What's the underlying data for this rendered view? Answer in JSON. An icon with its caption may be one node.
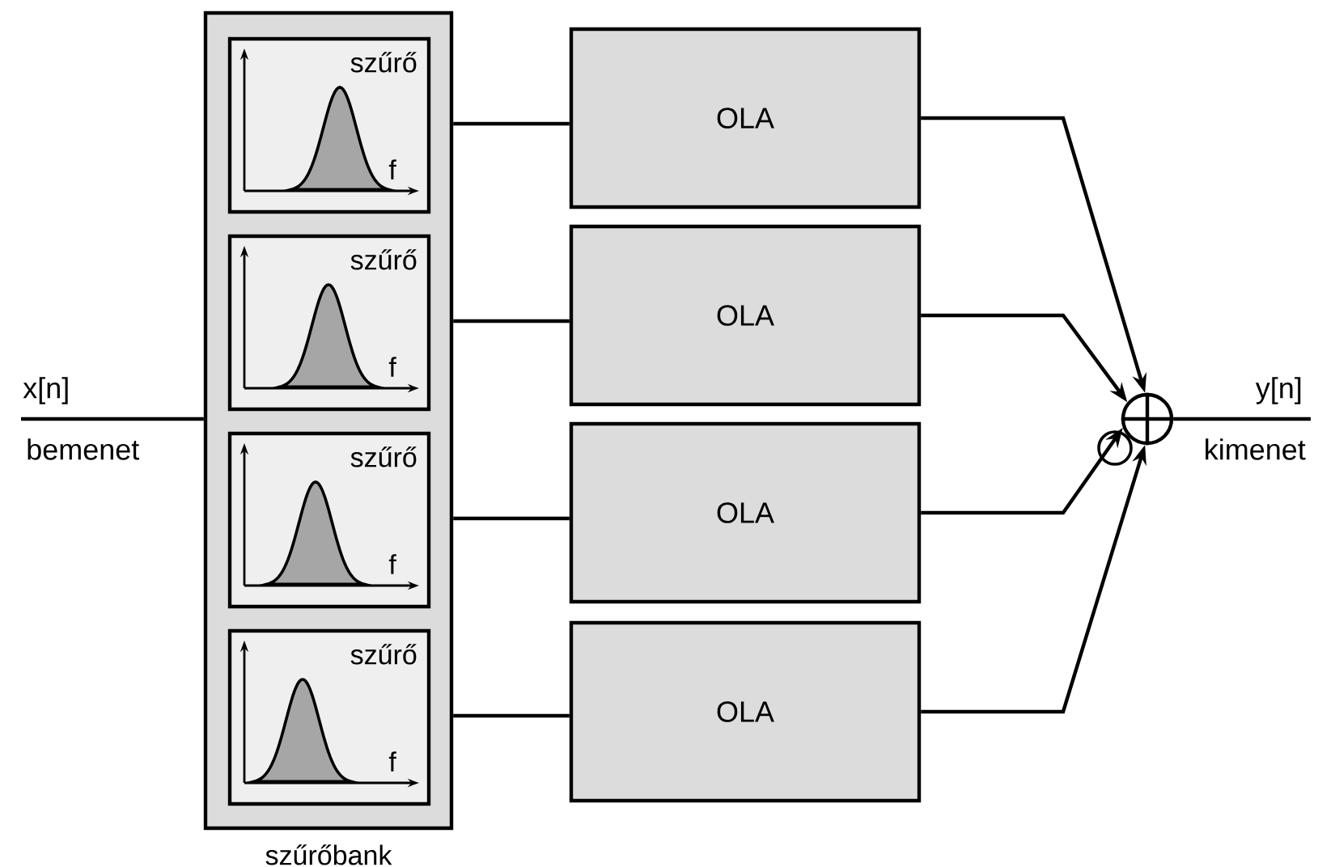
{
  "diagram": {
    "nodes": [
      {
        "text": [
          "szűrőbank"
        ]
      },
      {
        "text": [
          "szűrő",
          "f"
        ],
        "in": 0
      },
      {
        "text": [
          "szűrő",
          "f"
        ],
        "in": 0
      },
      {
        "text": [
          "szűrő",
          "f"
        ],
        "in": 0
      },
      {
        "text": [
          "szűrő",
          "f"
        ],
        "in": 0
      },
      {
        "text": [
          "OLA"
        ]
      },
      {
        "text": [
          "OLA"
        ]
      },
      {
        "text": [
          "OLA"
        ]
      },
      {
        "text": [
          "OLA"
        ]
      },
      {
        "text": [],
        "shape": "circle"
      }
    ],
    "edges": [
      {
        "from": null,
        "to": 0,
        "arrow": "none",
        "label": "x[n]"
      },
      {
        "from": 1,
        "to": 5,
        "arrow": "none"
      },
      {
        "from": 2,
        "to": 6,
        "arrow": "none"
      },
      {
        "from": 3,
        "to": 7,
        "arrow": "none"
      },
      {
        "from": 4,
        "to": 8,
        "arrow": "none"
      },
      {
        "from": 5,
        "to": 9,
        "arrow": "to"
      },
      {
        "from": 6,
        "to": 9,
        "arrow": "to"
      },
      {
        "from": 7,
        "to": 9,
        "arrow": "to"
      },
      {
        "from": 8,
        "to": 9,
        "arrow": "to"
      },
      {
        "from": 9,
        "to": null,
        "arrow": "none",
        "label": "y[n]"
      }
    ],
    "labels": [
      "bemenet",
      "kimenet"
    ]
  }
}
